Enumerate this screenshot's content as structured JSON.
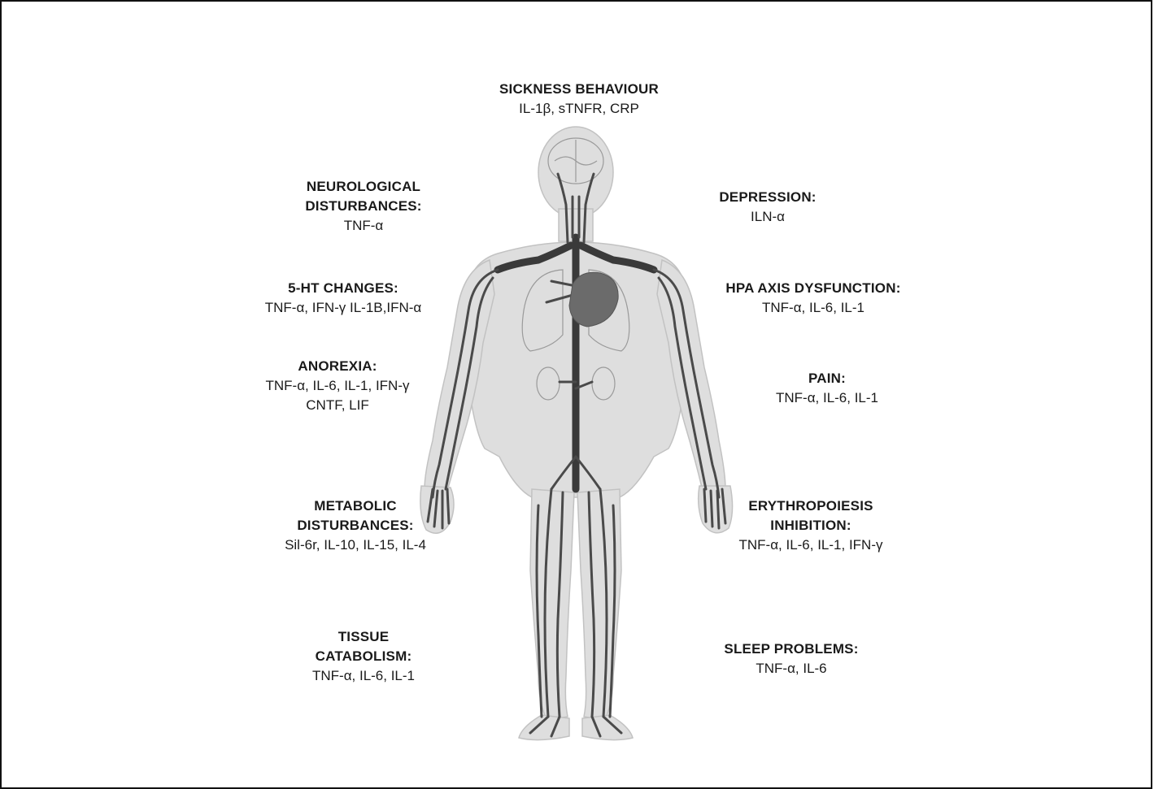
{
  "labels": [
    {
      "id": "sickness-behaviour",
      "title": "SICKNESS BEHAVIOUR",
      "subtitle": [
        "IL-1β, sTNFR, CRP"
      ]
    },
    {
      "id": "neurological-disturbances",
      "title": "NEUROLOGICAL DISTURBANCES:",
      "title_lines": [
        "NEUROLOGICAL",
        "DISTURBANCES:"
      ],
      "subtitle": [
        "TNF-α"
      ]
    },
    {
      "id": "depression",
      "title": "DEPRESSION:",
      "subtitle": [
        "ILN-α"
      ]
    },
    {
      "id": "5ht-changes",
      "title": "5-HT CHANGES:",
      "subtitle": [
        "TNF-α, IFN-γ IL-1B,IFN-α"
      ]
    },
    {
      "id": "hpa-axis-dysfunction",
      "title": "HPA AXIS DYSFUNCTION:",
      "subtitle": [
        "TNF-α, IL-6, IL-1"
      ]
    },
    {
      "id": "anorexia",
      "title": "ANOREXIA:",
      "subtitle": [
        "TNF-α, IL-6, IL-1, IFN-γ",
        "CNTF, LIF"
      ]
    },
    {
      "id": "pain",
      "title": "PAIN:",
      "subtitle": [
        "TNF-α, IL-6, IL-1"
      ]
    },
    {
      "id": "metabolic-disturbances",
      "title": "METABOLIC DISTURBANCES:",
      "title_lines": [
        "METABOLIC",
        "DISTURBANCES:"
      ],
      "subtitle": [
        "Sil-6r, IL-10, IL-15, IL-4"
      ]
    },
    {
      "id": "erythropoiesis-inhibition",
      "title": "ERYTHROPOIESIS INHIBITION:",
      "title_lines": [
        "ERYTHROPOIESIS",
        "INHIBITION:"
      ],
      "subtitle": [
        "TNF-α, IL-6, IL-1, IFN-γ"
      ]
    },
    {
      "id": "tissue-catabolism",
      "title": "TISSUE CATABOLISM:",
      "title_lines": [
        "TISSUE",
        "CATABOLISM:"
      ],
      "subtitle": [
        "TNF-α, IL-6, IL-1"
      ]
    },
    {
      "id": "sleep-problems",
      "title": "SLEEP PROBLEMS:",
      "subtitle": [
        "TNF-α, IL-6"
      ]
    }
  ],
  "colors": {
    "border": "#111111",
    "body_fill": "#dedede",
    "body_outline": "#c2c2c2",
    "vessel": "#4a4a4a",
    "aorta": "#3a3a3a",
    "heart": "#6b6b6b",
    "organ_outline": "#9a9a9a"
  },
  "icons": {
    "figure": "human-circulatory-system-icon"
  }
}
